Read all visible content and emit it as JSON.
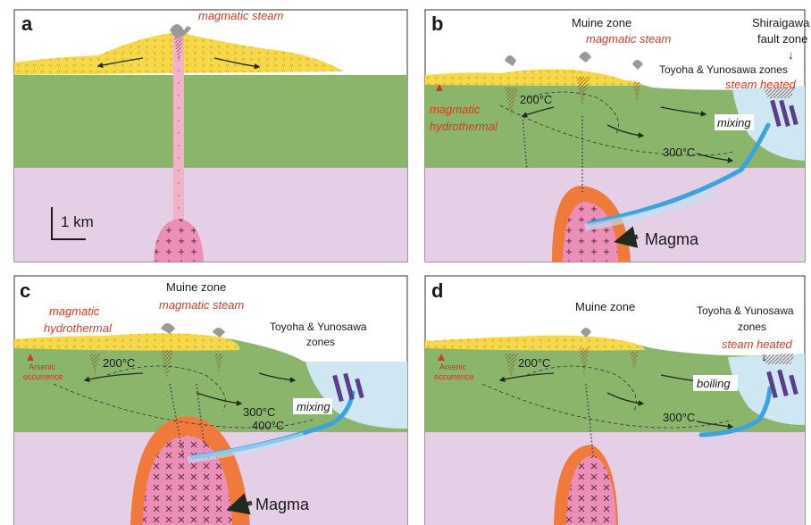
{
  "panels": {
    "a": {
      "label": "a",
      "magmatic_steam": "magmatic steam",
      "scale": "1 km"
    },
    "b": {
      "label": "b",
      "muine_zone": "Muine zone",
      "magmatic_steam": "magmatic steam",
      "shiraigawa_line1": "Shiraigawa",
      "shiraigawa_line2": "fault zone",
      "toyoha": "Toyoha & Yunosawa zones",
      "steam_heated": "steam heated",
      "magmatic_line1": "magmatic",
      "magmatic_line2": "hydrothermal",
      "temp_200": "200°C",
      "temp_300": "300°C",
      "mixing": "mixing",
      "magma": "Magma"
    },
    "c": {
      "label": "c",
      "muine_zone": "Muine zone",
      "magmatic_steam": "magmatic steam",
      "magmatic_line1": "magmatic",
      "magmatic_line2": "hydrothermal",
      "toyoha_line1": "Toyoha & Yunosawa",
      "toyoha_line2": "zones",
      "arsenic_line1": "Arsenic",
      "arsenic_line2": "occurrence",
      "temp_200": "200°C",
      "temp_300": "300°C",
      "temp_400": "400°C",
      "mixing": "mixing",
      "magma": "Magma"
    },
    "d": {
      "label": "d",
      "muine_zone": "Muine zone",
      "toyoha_line1": "Toyoha & Yunosawa",
      "toyoha_line2": "zones",
      "steam_heated": "steam heated",
      "arsenic_line1": "Arsenic",
      "arsenic_line2": "occurrence",
      "temp_200": "200°C",
      "temp_300": "300°C",
      "boiling": "boiling"
    }
  },
  "colors": {
    "volcanic_yellow": "#f5d949",
    "green_layer": "#8bb56a",
    "basement_lavender": "#e4cfe6",
    "magma_pink": "#ec8fb8",
    "magma_orange": "#f07a3b",
    "mixing_lightblue": "#cfe6f3",
    "fluid_blue": "#3aa4e0",
    "red_label": "#d93a1f"
  }
}
